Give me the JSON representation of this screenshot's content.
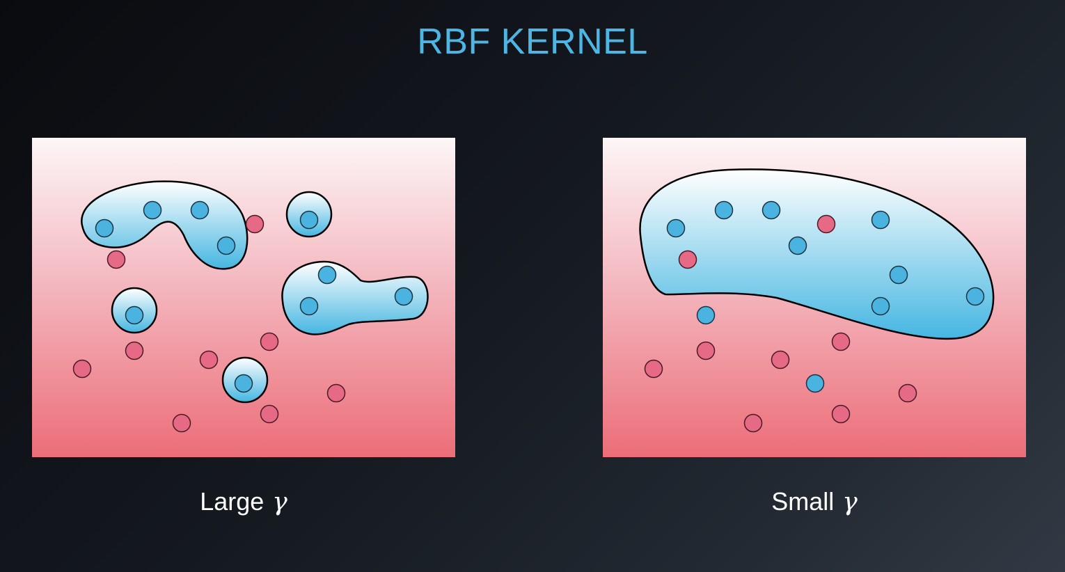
{
  "title": "RBF KERNEL",
  "colors": {
    "title": "#4db6e2",
    "positive_point": "#4ab3df",
    "negative_point": "#e66a86",
    "region_fill_top": "#ffffff",
    "region_fill_bottom": "#4ab9e3",
    "panel_top": "#fdf5f6",
    "panel_bottom": "#ec6e78"
  },
  "panels": [
    {
      "caption_text": "Large",
      "symbol": "γ"
    },
    {
      "caption_text": "Small",
      "symbol": "γ"
    }
  ]
}
